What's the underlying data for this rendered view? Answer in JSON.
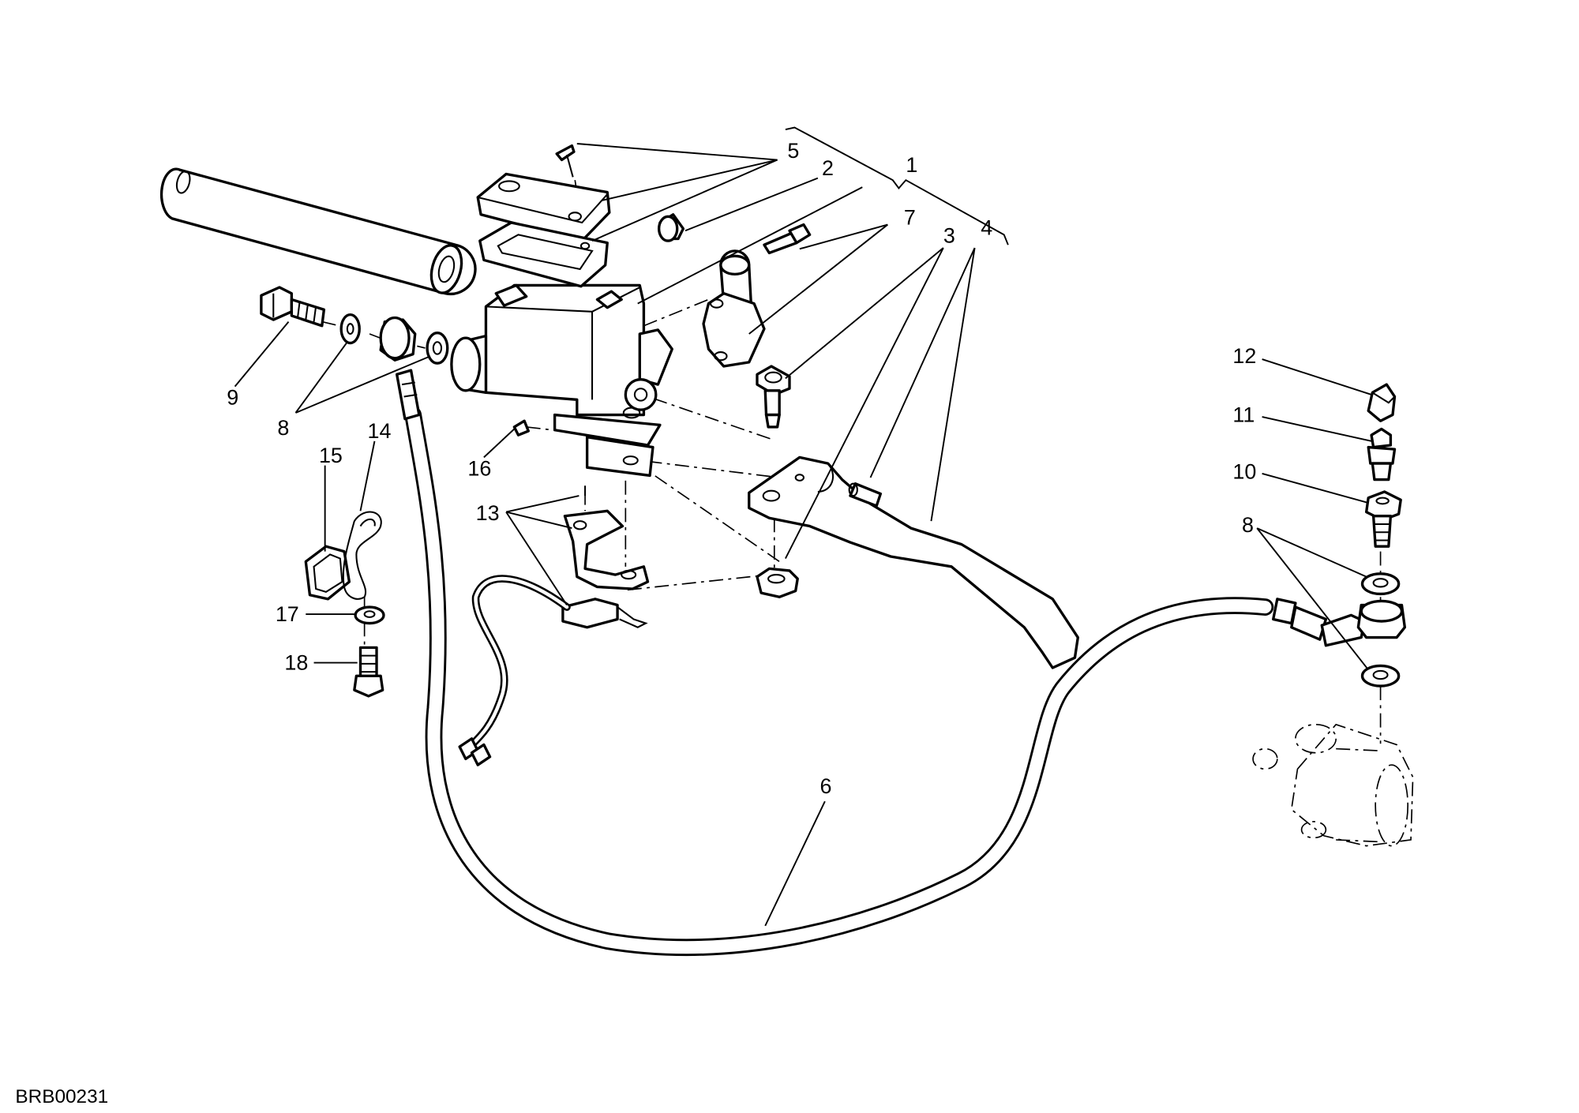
{
  "diagram": {
    "labels": {
      "n1": "1",
      "n2": "2",
      "n3": "3",
      "n4": "4",
      "n5": "5",
      "n6": "6",
      "n7": "7",
      "n8_left": "8",
      "n8_right": "8",
      "n9": "9",
      "n10": "10",
      "n11": "11",
      "n12": "12",
      "n13": "13",
      "n14": "14",
      "n15": "15",
      "n16": "16",
      "n17": "17",
      "n18": "18"
    },
    "drawing_code": "BRB00231"
  }
}
